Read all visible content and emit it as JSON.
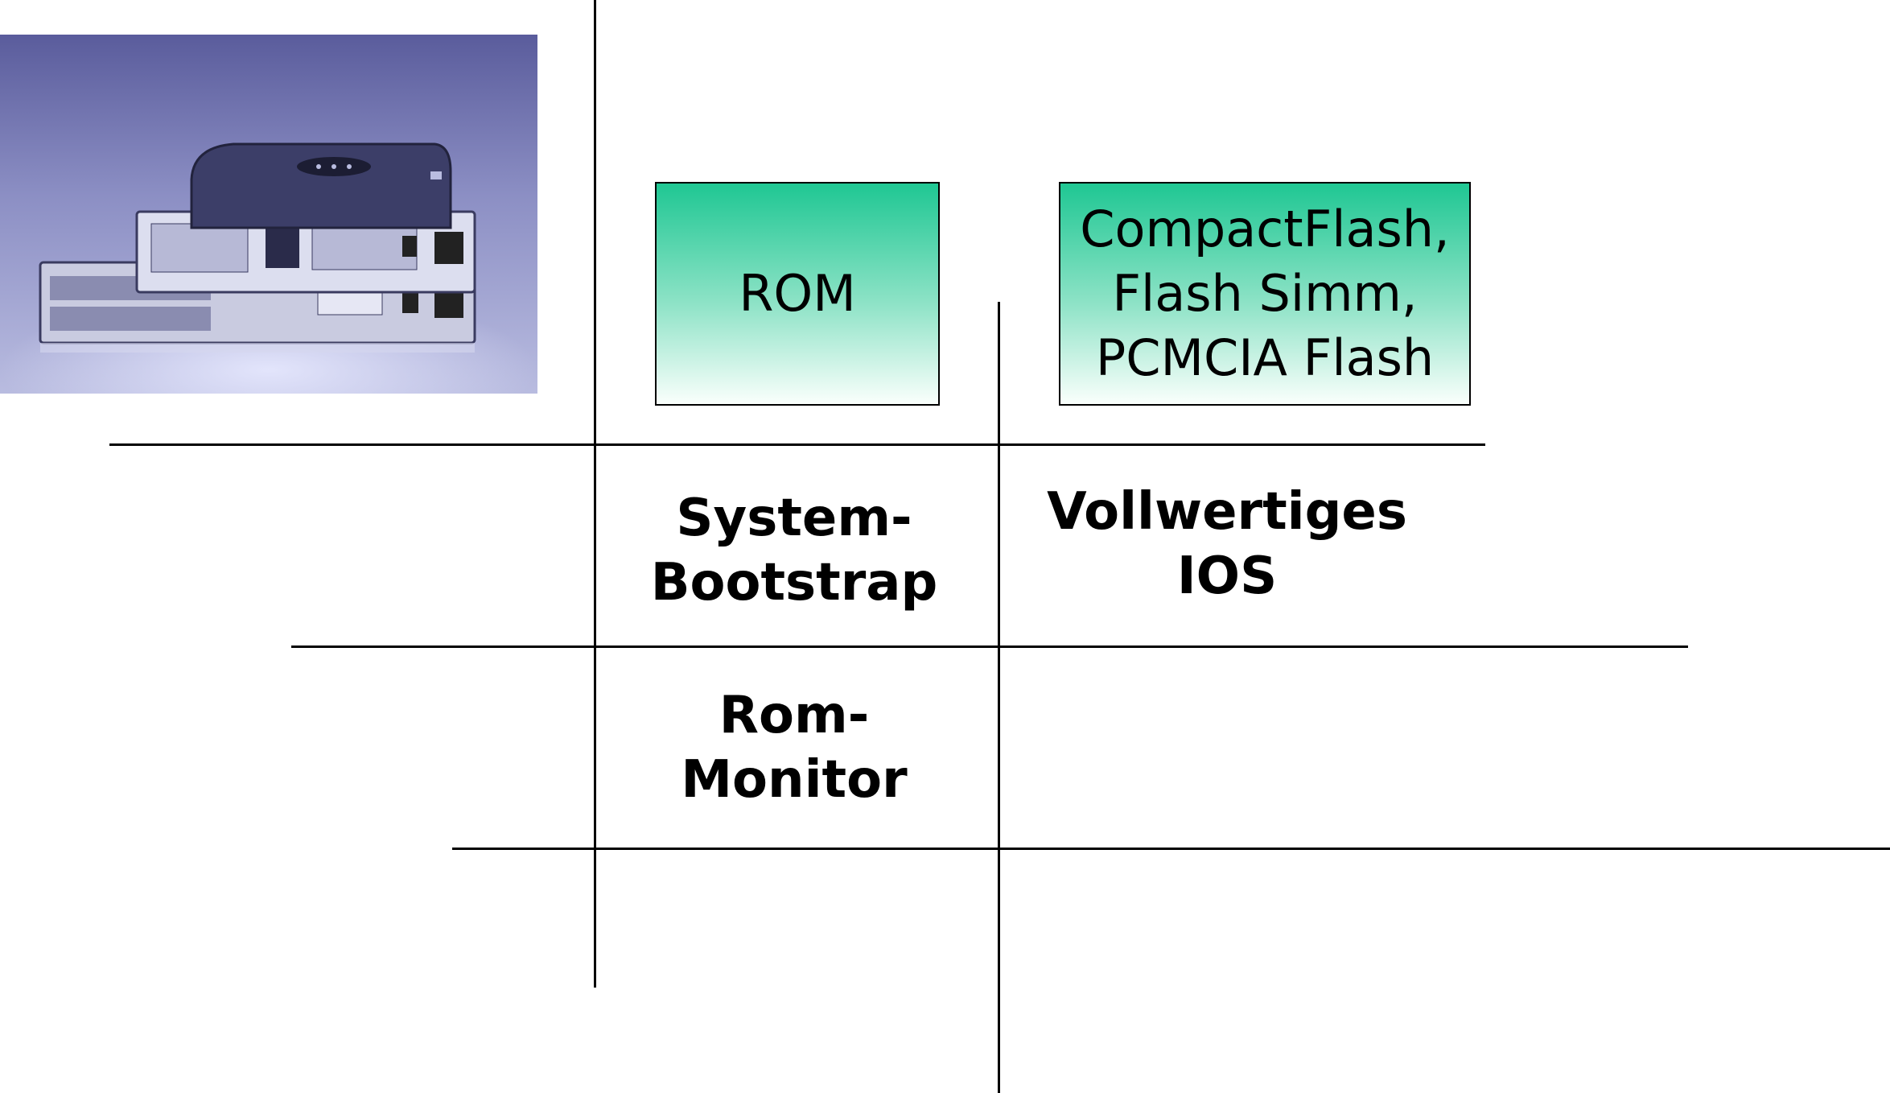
{
  "photo": {
    "subject": "router-stack-photo"
  },
  "memory_columns": {
    "rom": {
      "label": "ROM"
    },
    "flash": {
      "label": "CompactFlash,\nFlash Simm,\n PCMCIA Flash"
    }
  },
  "rows": {
    "bootstrap": {
      "label": "System-\nBootstrap"
    },
    "ios": {
      "label": "Vollwertiges\nIOS"
    },
    "rom_monitor": {
      "label": "Rom-\nMonitor"
    }
  },
  "colors": {
    "box_gradient_top": "#1fc793",
    "box_gradient_bottom": "#fafffc",
    "lines": "#000000"
  }
}
